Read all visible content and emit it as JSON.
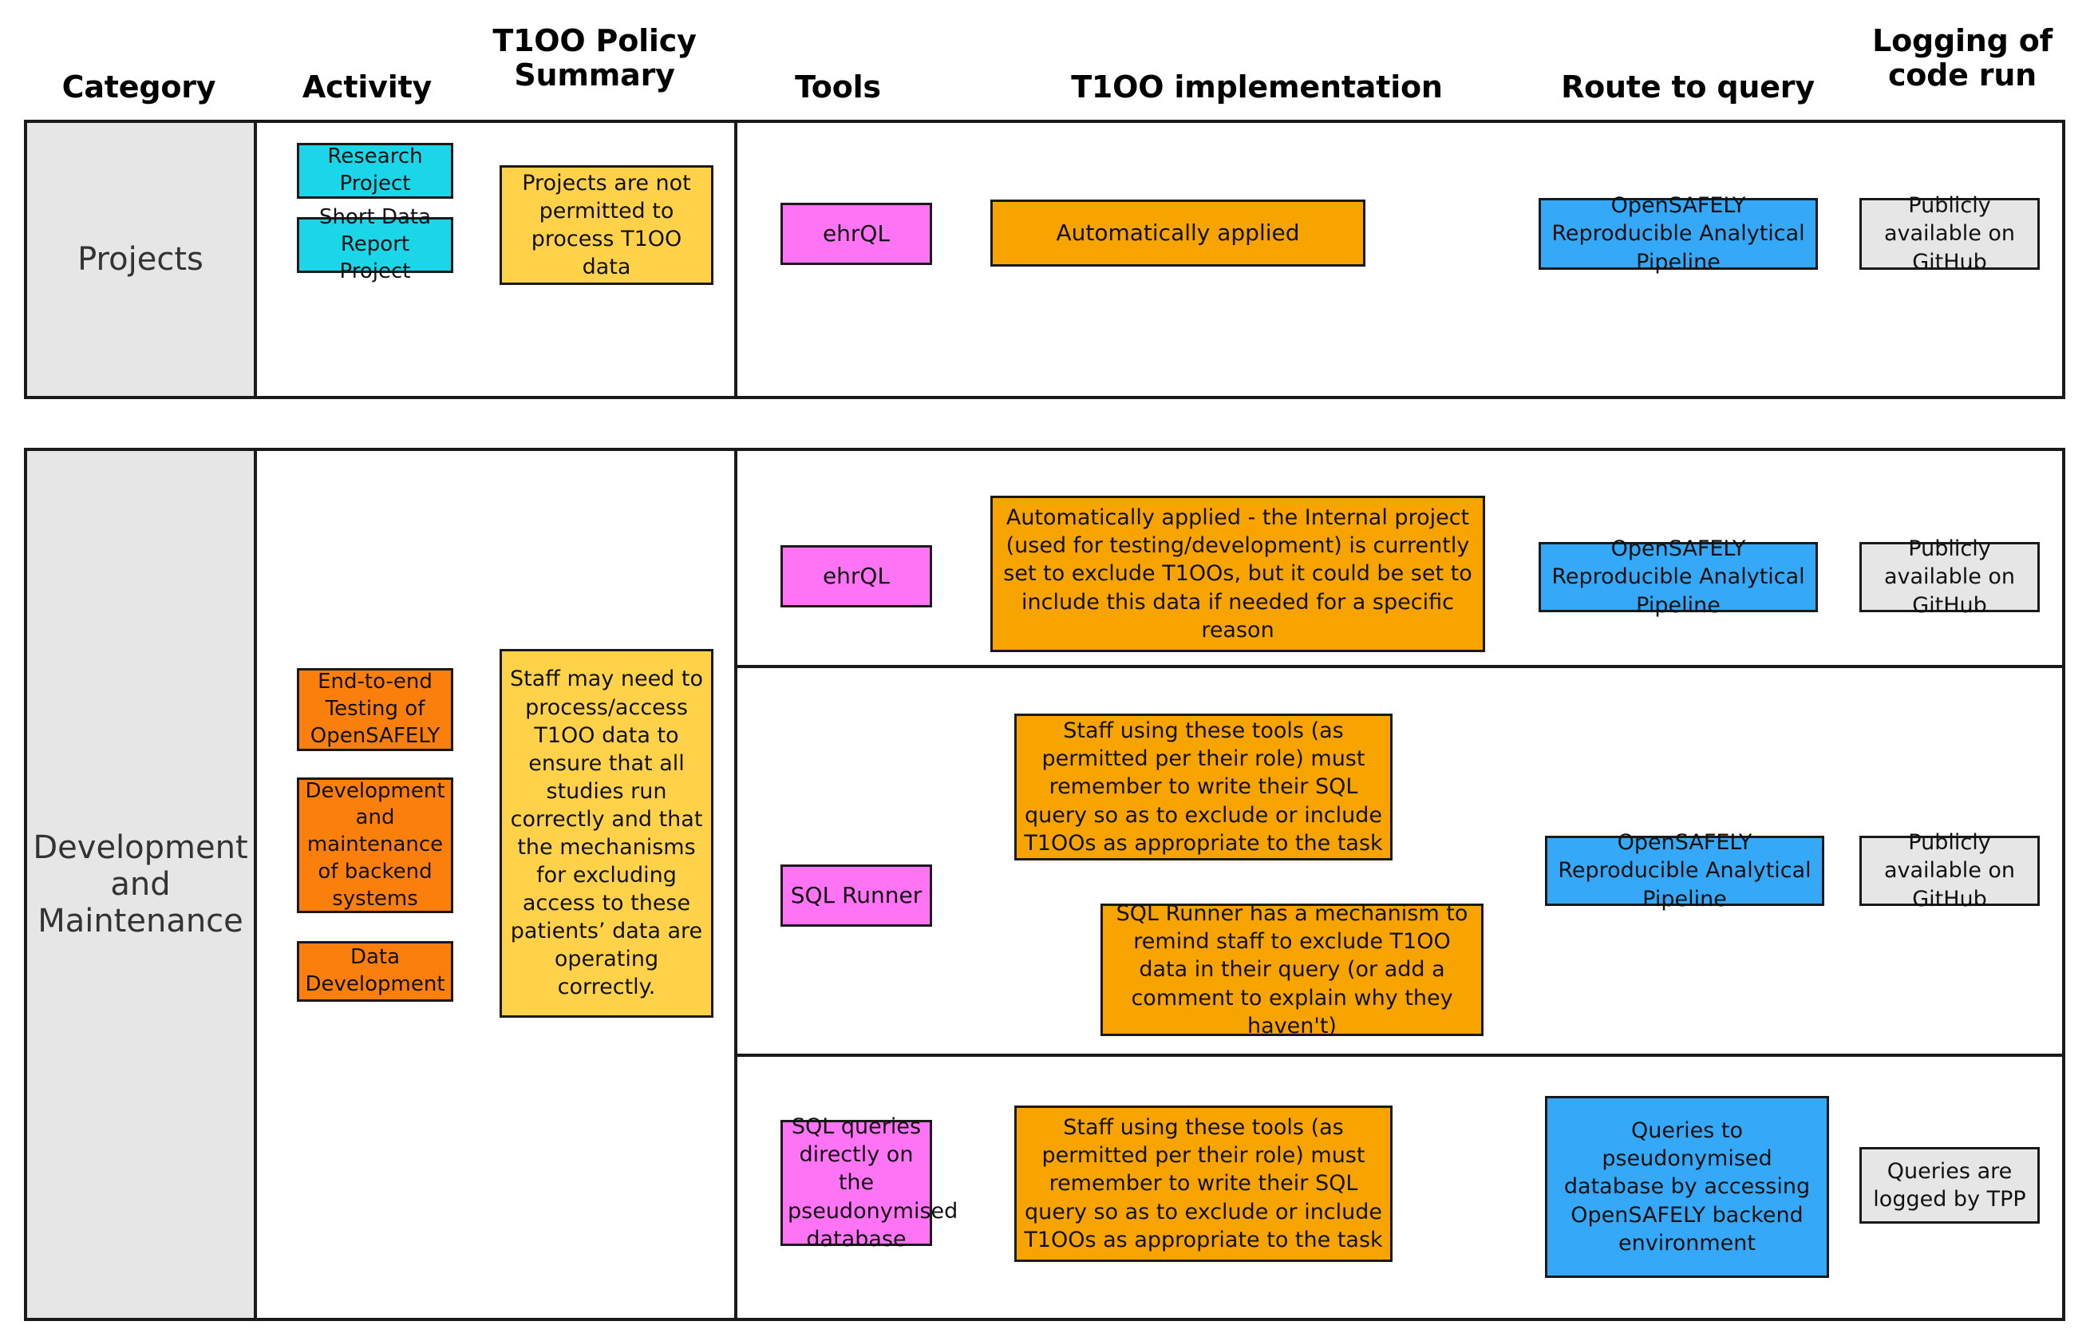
{
  "columns": [
    {
      "id": "category",
      "label": "Category"
    },
    {
      "id": "activity",
      "label": "Activity"
    },
    {
      "id": "policy",
      "label": "T1OO Policy\nSummary",
      "line1": "T1OO Policy",
      "line2": "Summary"
    },
    {
      "id": "tools",
      "label": "Tools"
    },
    {
      "id": "impl",
      "label": "T1OO implementation"
    },
    {
      "id": "route",
      "label": "Route to query"
    },
    {
      "id": "logging",
      "label": "Logging of\ncode run",
      "line1": "Logging of",
      "line2": "code run"
    }
  ],
  "colors": {
    "cyan": "#1ad6e8",
    "yellow": "#ffd24a",
    "orange": "#f8a400",
    "orange_dark": "#fa7f0c",
    "magenta": "#ff73f5",
    "blue": "#35a9f7",
    "grey": "#e6e6e6",
    "border": "#1a1a1a"
  },
  "rows": [
    {
      "id": "projects",
      "category": "Projects",
      "activities": [
        {
          "id": "research-project",
          "label": "Research Project"
        },
        {
          "id": "short-data-report-project",
          "label": "Short Data Report Project"
        }
      ],
      "policy_summary": "Projects are not permitted to process T1OO data",
      "subrows": [
        {
          "id": "projects-main",
          "tool": "ehrQL",
          "implementation": [
            "Automatically applied"
          ],
          "route": "OpenSAFELY Reproducible Analytical Pipeline",
          "logging": "Publicly available on GitHub"
        }
      ]
    },
    {
      "id": "development-and-maintenance",
      "category": "Development and Maintenance",
      "activities": [
        {
          "id": "end-to-end-testing",
          "label": "End-to-end Testing of OpenSAFELY"
        },
        {
          "id": "development-and-maintenance-of-backend-systems",
          "label": "Development and maintenance of backend systems"
        },
        {
          "id": "data-development",
          "label": "Data Development"
        }
      ],
      "policy_summary": "Staff may need to process/access T1OO data to ensure that all studies run correctly and that the mechanisms for excluding access to these patients’ data are operating correctly.",
      "subrows": [
        {
          "id": "devmaint-ehrql",
          "tool": "ehrQL",
          "implementation": [
            "Automatically applied - the Internal project (used for testing/development) is currently set to exclude T1OOs, but it could be set to include this data if needed for a specific reason"
          ],
          "route": "OpenSAFELY Reproducible Analytical Pipeline",
          "logging": "Publicly available on GitHub"
        },
        {
          "id": "devmaint-sql-runner",
          "tool": "SQL Runner",
          "implementation": [
            "Staff using these tools (as permitted per their role) must remember to write their SQL query so as to exclude or include T1OOs as appropriate to the task",
            "SQL Runner has a mechanism to remind staff to exclude T1OO data in their query (or add a comment to explain why they haven't)"
          ],
          "route": "OpenSAFELY Reproducible Analytical Pipeline",
          "logging": "Publicly available on GitHub"
        },
        {
          "id": "devmaint-direct-sql",
          "tool": "SQL queries directly on the pseudonymised database",
          "implementation": [
            "Staff using these tools (as permitted per their role) must remember to write their SQL query so as to exclude or include T1OOs as appropriate to the task"
          ],
          "route": "Queries to pseudonymised database by accessing OpenSAFELY backend environment",
          "logging": "Queries are logged by TPP"
        }
      ]
    }
  ]
}
